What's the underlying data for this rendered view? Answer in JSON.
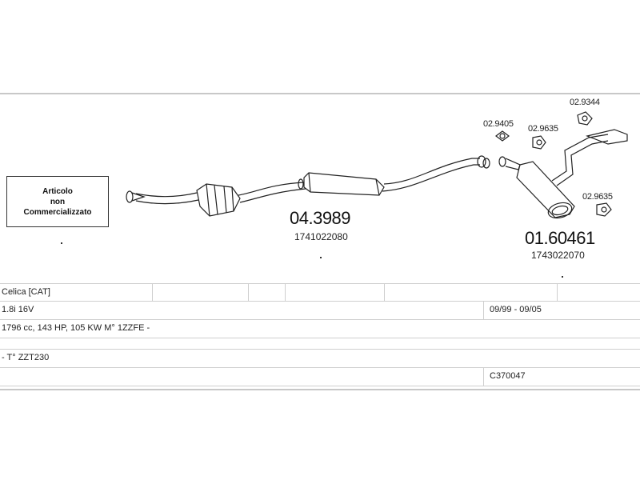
{
  "notice": {
    "line1": "Articolo",
    "line2": "non",
    "line3": "Commercializzato"
  },
  "parts": {
    "middle": {
      "code": "04.3989",
      "ref": "1741022080"
    },
    "rear": {
      "code": "01.60461",
      "ref": "1743022070"
    }
  },
  "fittings": [
    "02.9405",
    "02.9635",
    "02.9344",
    "02.9635"
  ],
  "vehicle": {
    "model": "Celica  [CAT]",
    "engine": "1.8i 16V",
    "years": "09/99 - 09/05",
    "specs": "1796 cc, 143 HP, 105 KW M° 1ZZFE -",
    "type": "- T° ZZT230",
    "catalog_code": "C370047"
  }
}
